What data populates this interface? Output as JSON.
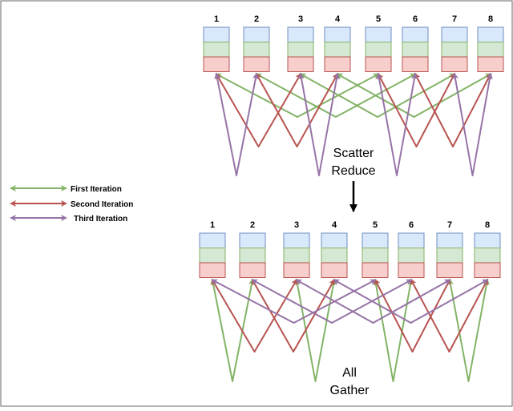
{
  "colors": {
    "first": "#82b366",
    "second": "#b85450",
    "third": "#9673a6",
    "cell_top": "#dae8fc",
    "cell_top_stroke": "#6c8ebf",
    "cell_mid": "#d5e8d4",
    "cell_mid_stroke": "#82b366",
    "cell_bot": "#f8cecc",
    "cell_bot_stroke": "#b85450",
    "border": "#666666"
  },
  "legend": [
    {
      "key": "first",
      "label": "First Iteration"
    },
    {
      "key": "second",
      "label": "Second Iteration"
    },
    {
      "key": "third",
      "label": "Third Iteration"
    }
  ],
  "stages": [
    {
      "id": "scatter-reduce",
      "label_lines": [
        "Scatter",
        "Reduce"
      ],
      "node_labels": [
        "1",
        "2",
        "3",
        "4",
        "5",
        "6",
        "7",
        "8"
      ],
      "first_pairs": [
        [
          1,
          5
        ],
        [
          2,
          6
        ],
        [
          3,
          7
        ],
        [
          4,
          8
        ]
      ],
      "second_pairs": [
        [
          1,
          3
        ],
        [
          2,
          4
        ],
        [
          5,
          7
        ],
        [
          6,
          8
        ]
      ],
      "third_pairs": [
        [
          1,
          2
        ],
        [
          3,
          4
        ],
        [
          5,
          6
        ],
        [
          7,
          8
        ]
      ]
    },
    {
      "id": "all-gather",
      "label_lines": [
        "All",
        "Gather"
      ],
      "node_labels": [
        "1",
        "2",
        "3",
        "4",
        "5",
        "6",
        "7",
        "8"
      ],
      "first_pairs": [
        [
          1,
          2
        ],
        [
          3,
          4
        ],
        [
          5,
          6
        ],
        [
          7,
          8
        ]
      ],
      "second_pairs": [
        [
          1,
          3
        ],
        [
          2,
          4
        ],
        [
          5,
          7
        ],
        [
          6,
          8
        ]
      ],
      "third_pairs": [
        [
          1,
          5
        ],
        [
          2,
          6
        ],
        [
          3,
          7
        ],
        [
          4,
          8
        ]
      ]
    }
  ]
}
